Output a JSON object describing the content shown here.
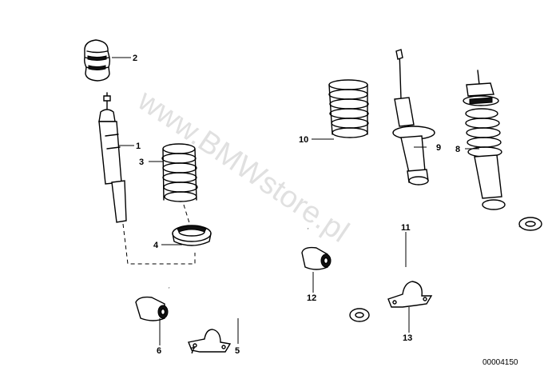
{
  "diagram": {
    "watermark": "www.BMWstore.pl",
    "part_number": "00004150",
    "callouts": [
      {
        "id": "1",
        "label": "1"
      },
      {
        "id": "2",
        "label": "2"
      },
      {
        "id": "3",
        "label": "3"
      },
      {
        "id": "4",
        "label": "4"
      },
      {
        "id": "5",
        "label": "5"
      },
      {
        "id": "6",
        "label": "6"
      },
      {
        "id": "7",
        "label": "7"
      },
      {
        "id": "8",
        "label": "8"
      },
      {
        "id": "9",
        "label": "9"
      },
      {
        "id": "10",
        "label": "10"
      },
      {
        "id": "11",
        "label": "11"
      },
      {
        "id": "12",
        "label": "12"
      },
      {
        "id": "13",
        "label": "13"
      }
    ]
  }
}
